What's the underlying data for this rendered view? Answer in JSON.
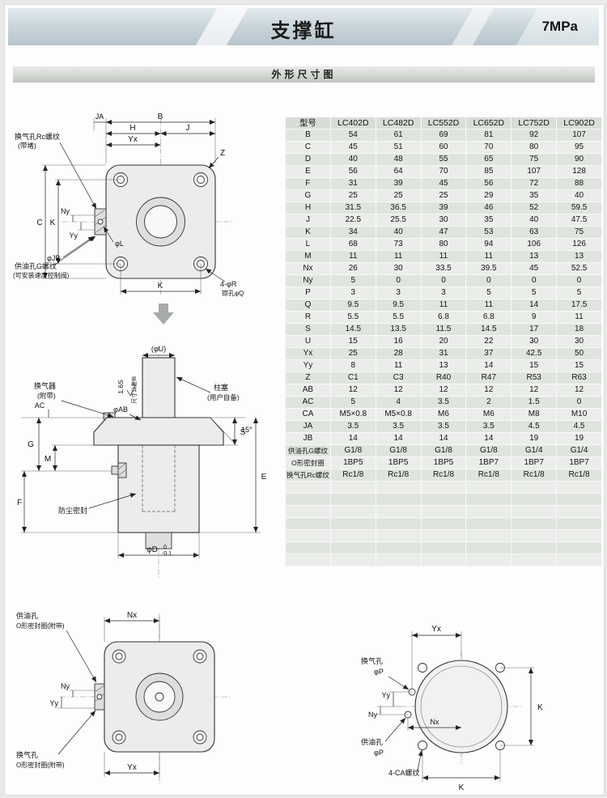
{
  "header": {
    "title": "支撑缸",
    "pressure": "7MPa"
  },
  "section": {
    "title": "外形尺寸图"
  },
  "table": {
    "model_header": "型号",
    "models": [
      "LC402D",
      "LC482D",
      "LC552D",
      "LC652D",
      "LC752D",
      "LC902D"
    ],
    "empty_rows": 7,
    "rows": [
      {
        "label": "B",
        "values": [
          "54",
          "61",
          "69",
          "81",
          "92",
          "107"
        ]
      },
      {
        "label": "C",
        "values": [
          "45",
          "51",
          "60",
          "70",
          "80",
          "95"
        ]
      },
      {
        "label": "D",
        "values": [
          "40",
          "48",
          "55",
          "65",
          "75",
          "90"
        ]
      },
      {
        "label": "E",
        "values": [
          "56",
          "64",
          "70",
          "85",
          "107",
          "128"
        ]
      },
      {
        "label": "F",
        "values": [
          "31",
          "39",
          "45",
          "56",
          "72",
          "88"
        ]
      },
      {
        "label": "G",
        "values": [
          "25",
          "25",
          "25",
          "29",
          "35",
          "40"
        ]
      },
      {
        "label": "H",
        "values": [
          "31.5",
          "36.5",
          "39",
          "46",
          "52",
          "59.5"
        ]
      },
      {
        "label": "J",
        "values": [
          "22.5",
          "25.5",
          "30",
          "35",
          "40",
          "47.5"
        ]
      },
      {
        "label": "K",
        "values": [
          "34",
          "40",
          "47",
          "53",
          "63",
          "75"
        ]
      },
      {
        "label": "L",
        "values": [
          "68",
          "73",
          "80",
          "94",
          "106",
          "126"
        ]
      },
      {
        "label": "M",
        "values": [
          "11",
          "11",
          "11",
          "11",
          "13",
          "13"
        ]
      },
      {
        "label": "Nx",
        "values": [
          "26",
          "30",
          "33.5",
          "39.5",
          "45",
          "52.5"
        ]
      },
      {
        "label": "Ny",
        "values": [
          "5",
          "0",
          "0",
          "0",
          "0",
          "0"
        ]
      },
      {
        "label": "P",
        "values": [
          "3",
          "3",
          "3",
          "5",
          "5",
          "5"
        ]
      },
      {
        "label": "Q",
        "values": [
          "9.5",
          "9.5",
          "11",
          "11",
          "14",
          "17.5"
        ]
      },
      {
        "label": "R",
        "values": [
          "5.5",
          "5.5",
          "6.8",
          "6.8",
          "9",
          "11"
        ]
      },
      {
        "label": "S",
        "values": [
          "14.5",
          "13.5",
          "11.5",
          "14.5",
          "17",
          "18"
        ]
      },
      {
        "label": "U",
        "values": [
          "15",
          "16",
          "20",
          "22",
          "30",
          "30"
        ]
      },
      {
        "label": "Yx",
        "values": [
          "25",
          "28",
          "31",
          "37",
          "42.5",
          "50"
        ]
      },
      {
        "label": "Yy",
        "values": [
          "8",
          "11",
          "13",
          "14",
          "15",
          "15"
        ]
      },
      {
        "label": "Z",
        "values": [
          "C1",
          "C3",
          "R40",
          "R47",
          "R53",
          "R63"
        ]
      },
      {
        "label": "AB",
        "values": [
          "12",
          "12",
          "12",
          "12",
          "12",
          "12"
        ]
      },
      {
        "label": "AC",
        "values": [
          "5",
          "4",
          "3.5",
          "2",
          "1.5",
          "0"
        ]
      },
      {
        "label": "CA",
        "values": [
          "M5×0.8",
          "M5×0.8",
          "M6",
          "M6",
          "M8",
          "M10"
        ]
      },
      {
        "label": "JA",
        "values": [
          "3.5",
          "3.5",
          "3.5",
          "3.5",
          "4.5",
          "4.5"
        ]
      },
      {
        "label": "JB",
        "values": [
          "14",
          "14",
          "14",
          "14",
          "19",
          "19"
        ]
      },
      {
        "label": "供油孔G螺纹",
        "values": [
          "G1/8",
          "G1/8",
          "G1/8",
          "G1/8",
          "G1/4",
          "G1/4"
        ]
      },
      {
        "label": "O形密封圈",
        "values": [
          "1BP5",
          "1BP5",
          "1BP5",
          "1BP7",
          "1BP7",
          "1BP7"
        ]
      },
      {
        "label": "换气孔Rc螺纹",
        "values": [
          "Rc1/8",
          "Rc1/8",
          "Rc1/8",
          "Rc1/8",
          "Rc1/8",
          "Rc1/8"
        ]
      }
    ]
  },
  "diagram1": {
    "callout_vent_line1": "换气孔Rc螺纹",
    "callout_vent_line2": "(带堵)",
    "dim_ja": "JA",
    "dim_b": "B",
    "dim_h": "H",
    "dim_j": "J",
    "dim_yx": "Yx",
    "dim_z": "Z",
    "dim_c": "C",
    "dim_k_left": "K",
    "dim_ny": "Ny",
    "dim_yy": "Yy",
    "dim_jb": "φJB",
    "dim_l": "φL",
    "callout_oil_line1": "供油孔G螺纹",
    "callout_oil_line2": "(可安装速度控制阀)",
    "dim_k_bottom": "K",
    "dim_r": "4-φR",
    "dim_q": "锪孔φQ"
  },
  "diagram2": {
    "dim_u": "(φU)",
    "roughness": "1.6S",
    "tolerance_note": "尺寸公差f8",
    "callout_breather_line1": "换气器",
    "callout_breather_line2": "(附带)",
    "dim_ab": "φAB",
    "callout_plunger_line1": "柱塞",
    "callout_plunger_line2": "(用户自备)",
    "angle": "15°",
    "dim_ac": "AC",
    "dim_g": "G",
    "dim_m": "M",
    "dim_s": "S",
    "dim_e": "E",
    "dim_f": "F",
    "callout_dust_seal": "防尘密封",
    "dim_d": "φD",
    "dim_d_tol_upper": "0",
    "dim_d_tol_lower": "-0.1"
  },
  "diagram3": {
    "callout_oil_line1": "供油孔",
    "callout_oil_line2": "O形密封圈(附带)",
    "dim_nx": "Nx",
    "dim_ny": "Ny",
    "dim_yy": "Yy",
    "callout_vent_line1": "换气孔",
    "callout_vent_line2": "O形密封圈(附带)",
    "dim_yx": "Yx"
  },
  "diagram4": {
    "dim_yx": "Yx",
    "callout_vent_line1": "换气孔",
    "callout_vent_line2": "φP",
    "dim_yy": "Yy",
    "dim_ny": "Ny",
    "dim_nx": "Nx",
    "callout_oil_line1": "供油孔",
    "callout_oil_line2": "φP",
    "callout_thread": "4-CA螺纹",
    "dim_k_right": "K",
    "dim_k_bottom": "K"
  }
}
